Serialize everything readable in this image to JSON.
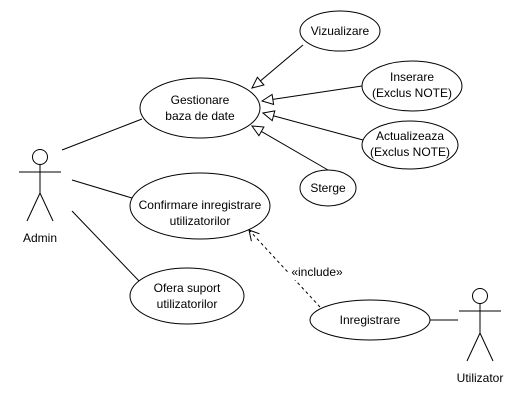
{
  "diagram": {
    "actors": {
      "admin": "Admin",
      "utilizator": "Utilizator"
    },
    "use_cases": {
      "gestionare_line1": "Gestionare",
      "gestionare_line2": "baza de date",
      "vizualizare": "Vizualizare",
      "inserare_line1": "Inserare",
      "inserare_line2": "(Exclus NOTE)",
      "actualizeaza_line1": "Actualizeaza",
      "actualizeaza_line2": "(Exclus NOTE)",
      "sterge": "Sterge",
      "confirmare_line1": "Confirmare inregistrare",
      "confirmare_line2": "utilizatorilor",
      "ofera_line1": "Ofera suport",
      "ofera_line2": "utilizatorilor",
      "inregistrare": "Inregistrare"
    },
    "relations": {
      "include_label": "«include»"
    }
  }
}
